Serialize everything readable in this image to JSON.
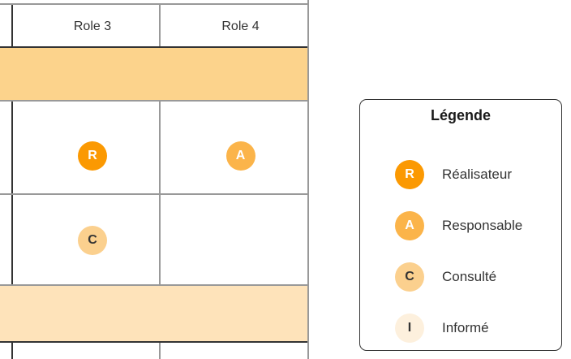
{
  "table": {
    "column_headers": [
      "Role 3",
      "Role 4"
    ],
    "rows": [
      {
        "type": "phase-band"
      },
      {
        "type": "task",
        "role3_badge": "R",
        "role4_badge": "A"
      },
      {
        "type": "task",
        "role3_badge": "C",
        "role4_badge": ""
      },
      {
        "type": "phase-band"
      },
      {
        "type": "task",
        "role3_badge": "",
        "role4_badge": ""
      }
    ]
  },
  "legend": {
    "title": "Légende",
    "items": [
      {
        "code": "R",
        "label": "Réalisateur"
      },
      {
        "code": "A",
        "label": "Responsable"
      },
      {
        "code": "C",
        "label": "Consulté"
      },
      {
        "code": "I",
        "label": "Informé"
      }
    ]
  },
  "colors": {
    "badge_r": "#FB9902",
    "badge_a": "#FBB44A",
    "badge_c": "#FBD08E",
    "badge_i": "#FDF0DD",
    "band_1": "#FCD38C",
    "band_2": "#FEE3BA",
    "border_dark": "#333333",
    "border_gray": "#999999",
    "text_dark": "#333333"
  }
}
